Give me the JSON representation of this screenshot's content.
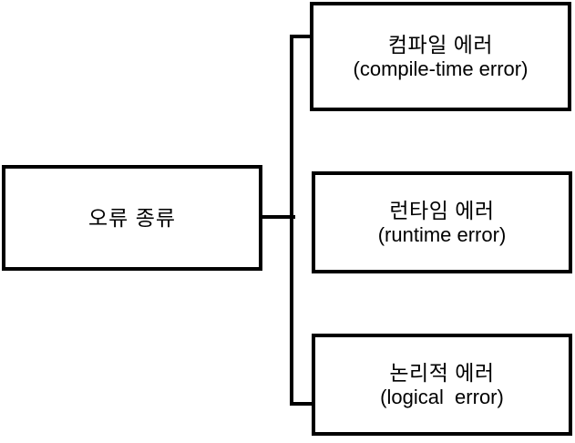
{
  "diagram": {
    "type": "tree-diagram",
    "orientation": "left-to-right",
    "background_color": "#ffffff",
    "line_color": "#000000",
    "text_color": "#000000",
    "root": {
      "id": "root",
      "label_ko": "오류 종류"
    },
    "children": [
      {
        "id": "compile",
        "label_ko": "컴파일 에러",
        "label_en": "(compile-time error)"
      },
      {
        "id": "runtime",
        "label_ko": "런타임 에러",
        "label_en": "(runtime error)"
      },
      {
        "id": "logical",
        "label_ko": "논리적 에러",
        "label_en": "(logical  error)"
      }
    ],
    "connectors": [
      {
        "id": "stub",
        "from": "root",
        "to": "trunk"
      },
      {
        "id": "trunk",
        "from": "top-branch",
        "to": "bottom-branch"
      },
      {
        "id": "arm-top",
        "from": "trunk",
        "to": "compile"
      },
      {
        "id": "arm-bottom",
        "from": "trunk",
        "to": "logical"
      }
    ]
  }
}
